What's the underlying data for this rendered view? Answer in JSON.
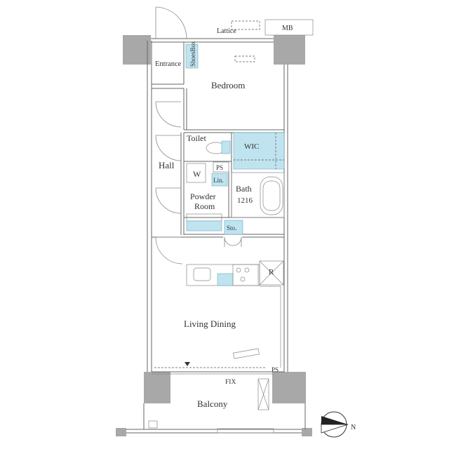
{
  "labels": {
    "lattice": "Lattice",
    "mb": "MB",
    "entrance": "Entrance",
    "shoes_box": "ShoesBox",
    "bedroom": "Bedroom",
    "toilet": "Toilet",
    "wic": "WIC",
    "hall": "Hall",
    "w": "W",
    "ps_upper": "PS",
    "lin": "Lin.",
    "bath": "Bath",
    "bath_size": "1216",
    "powder": "Powder",
    "room": "Room",
    "sto": "Sto.",
    "r": "R",
    "living_dining": "Living Dining",
    "ps_lower": "PS",
    "fix": "FIX",
    "balcony": "Balcony",
    "north": "N"
  },
  "colors": {
    "wall": "#a8a8a8",
    "fixture_blue": "#bfe3ef",
    "line": "#666666"
  }
}
